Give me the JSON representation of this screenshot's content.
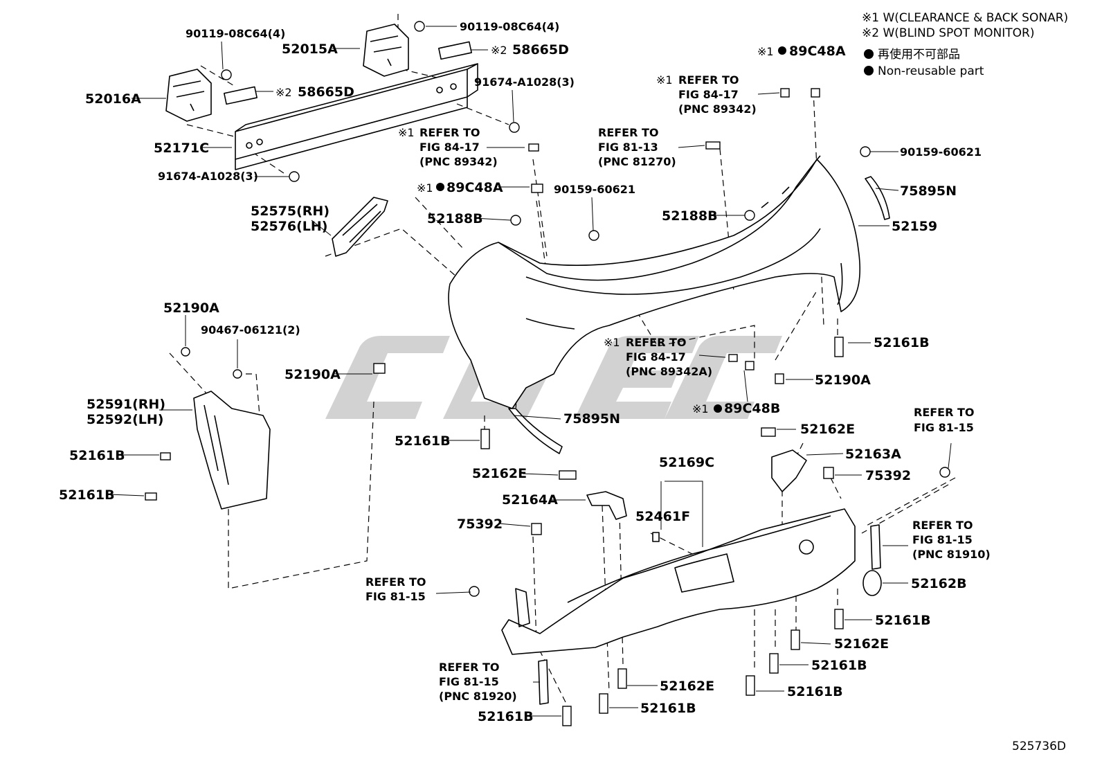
{
  "legend": {
    "note1": "※1 W(CLEARANCE & BACK SONAR)",
    "note2": "※2 W(BLIND SPOT MONITOR)",
    "jp_nonreusable": "再使用不可部品",
    "en_nonreusable": "Non-reusable part"
  },
  "figure_code": "525736D",
  "labels": {
    "l90119_top": "90119-08C64(4)",
    "l90119_left": "90119-08C64(4)",
    "l52015A": "52015A",
    "l58665D_top_mark": "※2",
    "l58665D_top": "58665D",
    "l58665D_left_mark": "※2",
    "l58665D_left": "58665D",
    "l52016A": "52016A",
    "l91674_right": "91674-A1028(3)",
    "l52171C": "52171C",
    "l91674_left": "91674-A1028(3)",
    "ref_a_mark": "※1",
    "ref_a_1": "REFER TO",
    "ref_a_2": "FIG 84-17",
    "ref_a_3": "(PNC 89342)",
    "l89C48A_left_mark": "※1",
    "l89C48A_left": "89C48A",
    "l90159_mid": "90159-60621",
    "l52575": "52575(RH)",
    "l52576": "52576(LH)",
    "l52188B_left": "52188B",
    "ref_b_1": "REFER TO",
    "ref_b_2": "FIG 81-13",
    "ref_b_3": "(PNC 81270)",
    "ref_c_mark": "※1",
    "ref_c_1": "REFER TO",
    "ref_c_2": "FIG 84-17",
    "ref_c_3": "(PNC 89342)",
    "l89C48A_top_mark": "※1",
    "l89C48A_top": "89C48A",
    "l90159_right": "90159-60621",
    "l75895N_right": "75895N",
    "l52159": "52159",
    "l52188B_right": "52188B",
    "l52190A_top": "52190A",
    "l90467": "90467-06121(2)",
    "l52190A_mid": "52190A",
    "l52591": "52591(RH)",
    "l52592": "52592(LH)",
    "l52161B_a": "52161B",
    "l52161B_b": "52161B",
    "l52161B_c": "52161B",
    "ref_d_mark": "※1",
    "ref_d_1": "REFER TO",
    "ref_d_2": "FIG 84-17",
    "ref_d_3": "(PNC 89342A)",
    "l52161B_right1": "52161B",
    "l52190A_right": "52190A",
    "l89C48B_mark": "※1",
    "l89C48B": "89C48B",
    "l75895N_low": "75895N",
    "l52162E_top": "52162E",
    "l52163A": "52163A",
    "ref_e_1": "REFER TO",
    "ref_e_2": "FIG 81-15",
    "l52169C": "52169C",
    "l52162E_left": "52162E",
    "l75392_right": "75392",
    "l52164A": "52164A",
    "l52461F": "52461F",
    "l75392_left": "75392",
    "ref_f_1": "REFER TO",
    "ref_f_2": "FIG 81-15",
    "ref_f_3": "(PNC 81910)",
    "ref_g_1": "REFER TO",
    "ref_g_2": "FIG 81-15",
    "l52162B": "52162B",
    "l52161B_r2": "52161B",
    "l52162E_r": "52162E",
    "l52161B_r3": "52161B",
    "ref_h_1": "REFER TO",
    "ref_h_2": "FIG 81-15",
    "ref_h_3": "(PNC 81920)",
    "l52162E_bot": "52162E",
    "l52161B_r4": "52161B",
    "l52161B_bot1": "52161B",
    "l52161B_bot2": "52161B"
  }
}
